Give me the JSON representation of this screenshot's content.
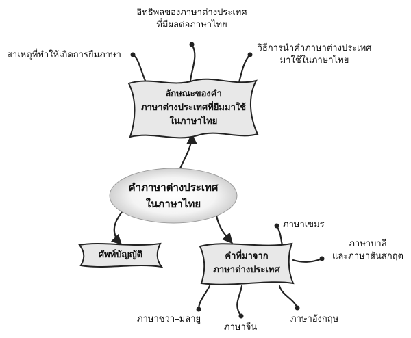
{
  "center": {
    "line1": "คำภาษาต่างประเทศ",
    "line2": "ในภาษาไทย"
  },
  "top_node": {
    "line1": "ลักษณะของคำ",
    "line2": "ภาษาต่างประเทศที่ยืมมาใช้",
    "line3": "ในภาษาไทย"
  },
  "left_node": {
    "label": "ศัพท์บัญญัติ"
  },
  "right_node": {
    "line1": "คำที่มาจาก",
    "line2": "ภาษาต่างประเทศ"
  },
  "top_branches": {
    "causes": "สาเหตุที่ทำให้เกิดการยืมภาษา",
    "influence_line1": "อิทธิพลของภาษาต่างประเทศ",
    "influence_line2": "ที่มีผลต่อภาษาไทย",
    "methods_line1": "วิธีการนำคำภาษาต่างประเทศ",
    "methods_line2": "มาใช้ในภาษาไทย"
  },
  "languages": {
    "khmer": "ภาษาเขมร",
    "pali_line1": "ภาษาบาลี",
    "pali_line2": "และภาษาสันสกฤต",
    "javamalay": "ภาษาชวา–มลายู",
    "chinese": "ภาษาจีน",
    "english": "ภาษาอังกฤษ"
  },
  "colors": {
    "node_fill": "#e6e6e6",
    "node_stroke": "#222222",
    "line": "#222222"
  }
}
